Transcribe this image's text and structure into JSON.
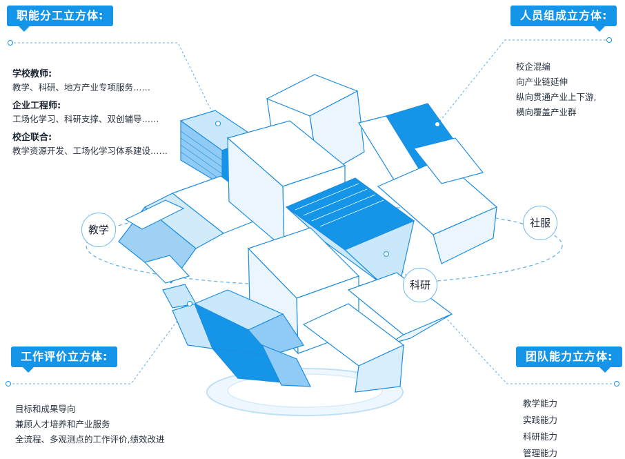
{
  "left_top": {
    "title": "职能分工立方体:",
    "groups": [
      {
        "title": "学校教师:",
        "text": "教学、科研、地方产业专项服务……"
      },
      {
        "title": "企业工程师:",
        "text": "工场化学习、科研支撑、双创辅导……"
      },
      {
        "title": "校企联合:",
        "text": "教学资源开发、工场化学习体系建设……"
      }
    ]
  },
  "right_top": {
    "title": "人员组成立方体:",
    "lines": [
      "校企混编",
      "向产业链延伸",
      "纵向贯通产业上下游,",
      "横向覆盖产业群"
    ]
  },
  "left_bottom": {
    "title": "工作评价立方体:",
    "lines": [
      "目标和成果导向",
      "兼顾人才培养和产业服务",
      "全流程、多观测点的工作评价,绩效改进"
    ]
  },
  "right_bottom": {
    "title": "团队能力立方体:",
    "lines": [
      "教学能力",
      "实践能力",
      "科研能力",
      "管理能力"
    ]
  },
  "circles": {
    "teaching": "教学",
    "research": "科研",
    "service": "社服"
  },
  "colors": {
    "accent": "#1595e8",
    "light": "#c9e8fb",
    "line": "#6cb8ef"
  }
}
